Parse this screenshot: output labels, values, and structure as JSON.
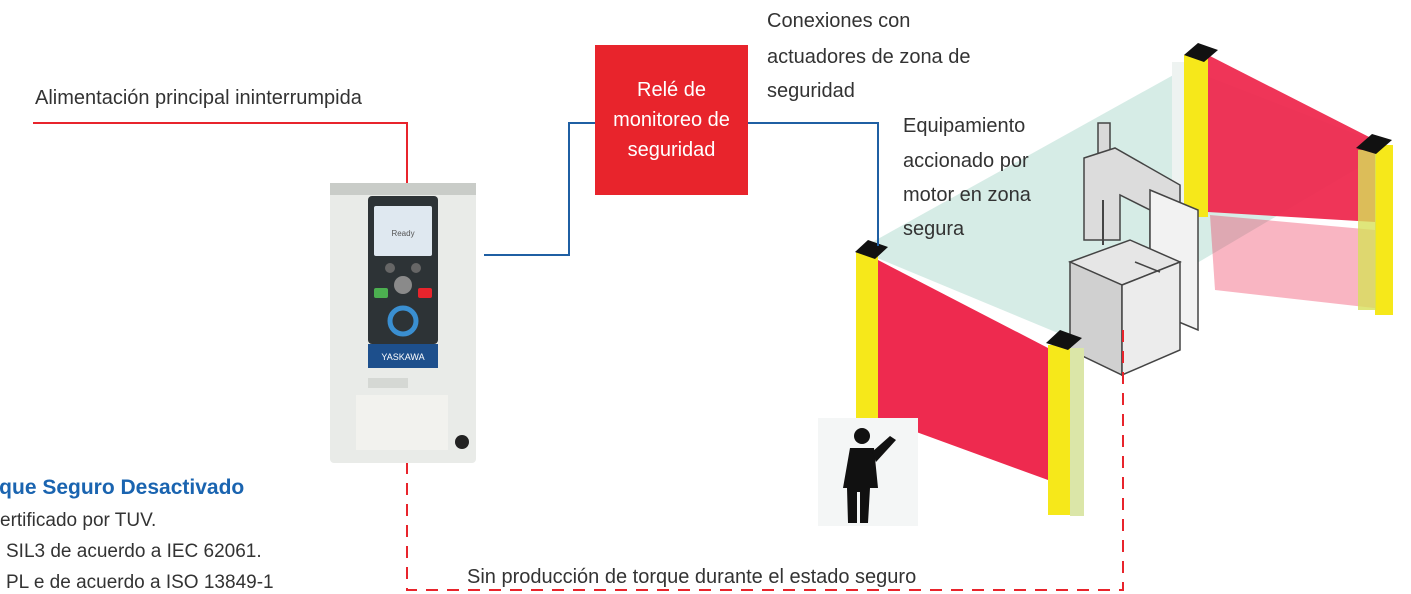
{
  "labels": {
    "main_power": "Alimentación principal ininterrumpida",
    "relay": [
      "Relé de",
      "monitoreo de",
      "seguridad"
    ],
    "connections": [
      "Conexiones con",
      "actuadores de zona de",
      "seguridad"
    ],
    "equipment": [
      "Equipamiento",
      "accionado por",
      "motor en zona",
      "segura"
    ],
    "no_torque": "Sin producción de torque durante el estado seguro"
  },
  "sto": {
    "title": "rque Seguro Desactivado",
    "lines": [
      "ertificado por TUV.",
      "SIL3 de acuerdo a IEC 62061.",
      "PL e de acuerdo a ISO 13849-1"
    ]
  },
  "drive": {
    "brand": "YASKAWA",
    "screen_text": "Ready"
  },
  "colors": {
    "power_line": "#e8242c",
    "signal_line": "#1f5fa3",
    "relay_fill": "#e8242c",
    "curtain_red": "#ee2a4f",
    "post_yellow": "#f6e81a",
    "zone_tint": "#cfe9e2",
    "title_blue": "#1a64b0"
  },
  "icons": {
    "drive": "inverter-drive-icon",
    "person": "person-icon",
    "machine": "machine-press-icon"
  }
}
